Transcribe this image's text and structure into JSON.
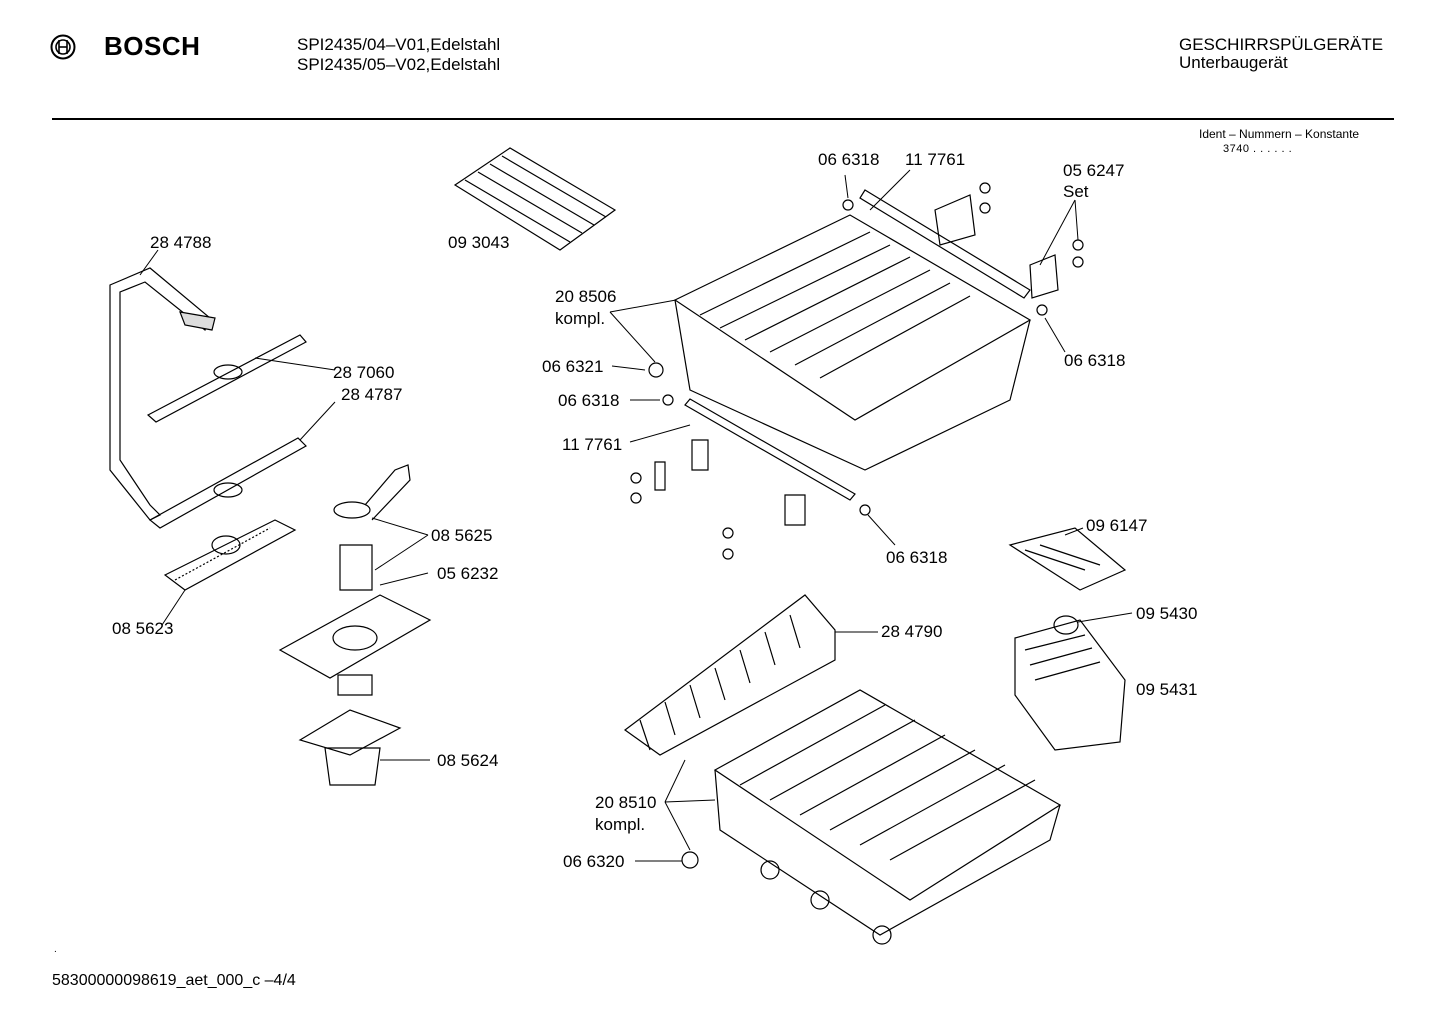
{
  "header": {
    "brand": "BOSCH",
    "model_lines": [
      "SPI2435/04–V01,Edelstahl",
      "SPI2435/05–V02,Edelstahl"
    ],
    "category_lines": [
      "GESCHIRRSPÜLGERÄTE",
      "Unterbaugerät"
    ],
    "ident_label": "Ident – Nummern – Konstante",
    "ident_value": "3740 . .  . . . ."
  },
  "part_labels": [
    "28 4788",
    "09 3043",
    "06 6318",
    "11 7761",
    "05 6247",
    "Set",
    "20 8506",
    "kompl.",
    "06 6318",
    "06 6321",
    "28 7060",
    "28 4787",
    "06 6318",
    "11 7761",
    "08 5625",
    "05 6232",
    "08 5623",
    "06 6318",
    "09 6147",
    "09 5430",
    "28 4790",
    "09 5431",
    "08 5624",
    "20 8510",
    "kompl.",
    "06 6320"
  ],
  "footer": {
    "doc_id": "58300000098619_aet_000_c  –4/4",
    "mark": "."
  },
  "icons": [
    "bosch-logo-icon"
  ],
  "colors": {
    "ink": "#000000",
    "paper": "#ffffff"
  }
}
